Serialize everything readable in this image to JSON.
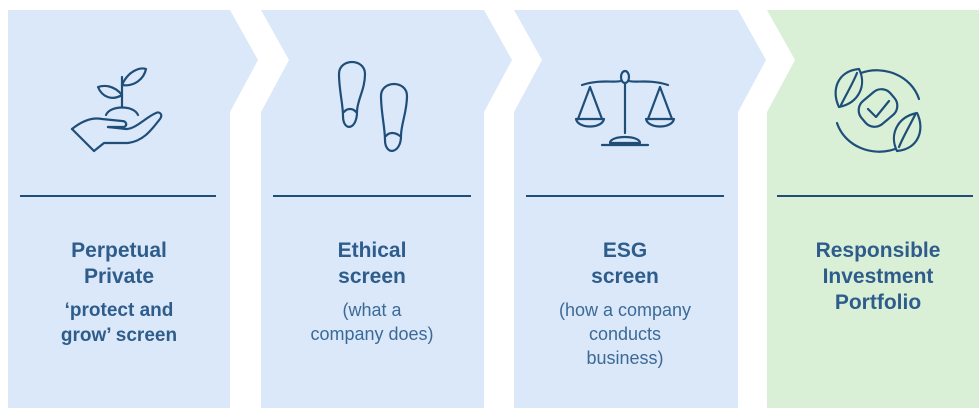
{
  "colors": {
    "blue_panel": "#dbe8fa",
    "green_panel": "#d9f0d7",
    "icon_stroke": "#1f4e79",
    "text": "#2e5d8c"
  },
  "steps": [
    {
      "title": "Perpetual\nPrivate",
      "subtitle": "‘protect and\ngrow’ screen",
      "subtitle_style": "bold",
      "icon": "plant-in-hand-icon"
    },
    {
      "title": "Ethical\nscreen",
      "subtitle": "(what a\ncompany does)",
      "subtitle_style": "regular",
      "icon": "footprints-icon"
    },
    {
      "title": "ESG\nscreen",
      "subtitle": "(how a company\nconducts\nbusiness)",
      "subtitle_style": "regular",
      "icon": "scales-icon"
    },
    {
      "title": "Responsible\nInvestment\nPortfolio",
      "subtitle": "",
      "subtitle_style": "regular",
      "icon": "leaf-check-icon"
    }
  ]
}
